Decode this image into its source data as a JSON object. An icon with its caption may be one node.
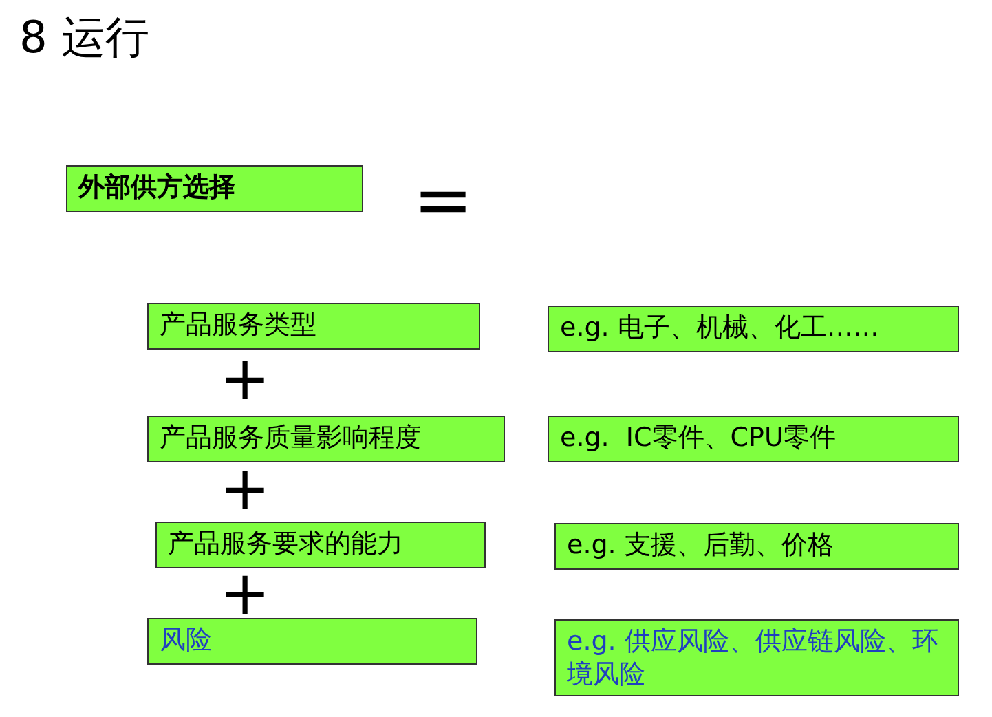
{
  "diagram": {
    "title": "8 运行",
    "nodes": [
      {
        "text": [
          "外部供方选择"
        ]
      },
      {
        "text": [
          "产品服务类型"
        ]
      },
      {
        "text": [
          "e.g. 电子、机械、化工……"
        ]
      },
      {
        "text": [
          "产品服务质量影响程度"
        ]
      },
      {
        "text": [
          "e.g.  IC零件、CPU零件"
        ]
      },
      {
        "text": [
          "产品服务要求的能力"
        ]
      },
      {
        "text": [
          "e.g. 支援、后勤、价格"
        ]
      },
      {
        "text": [
          "风险"
        ]
      },
      {
        "text": [
          "e.g. 供应风险、供应链风险、环境风险"
        ]
      }
    ],
    "labels": [
      "=",
      "+",
      "+",
      "+"
    ]
  }
}
